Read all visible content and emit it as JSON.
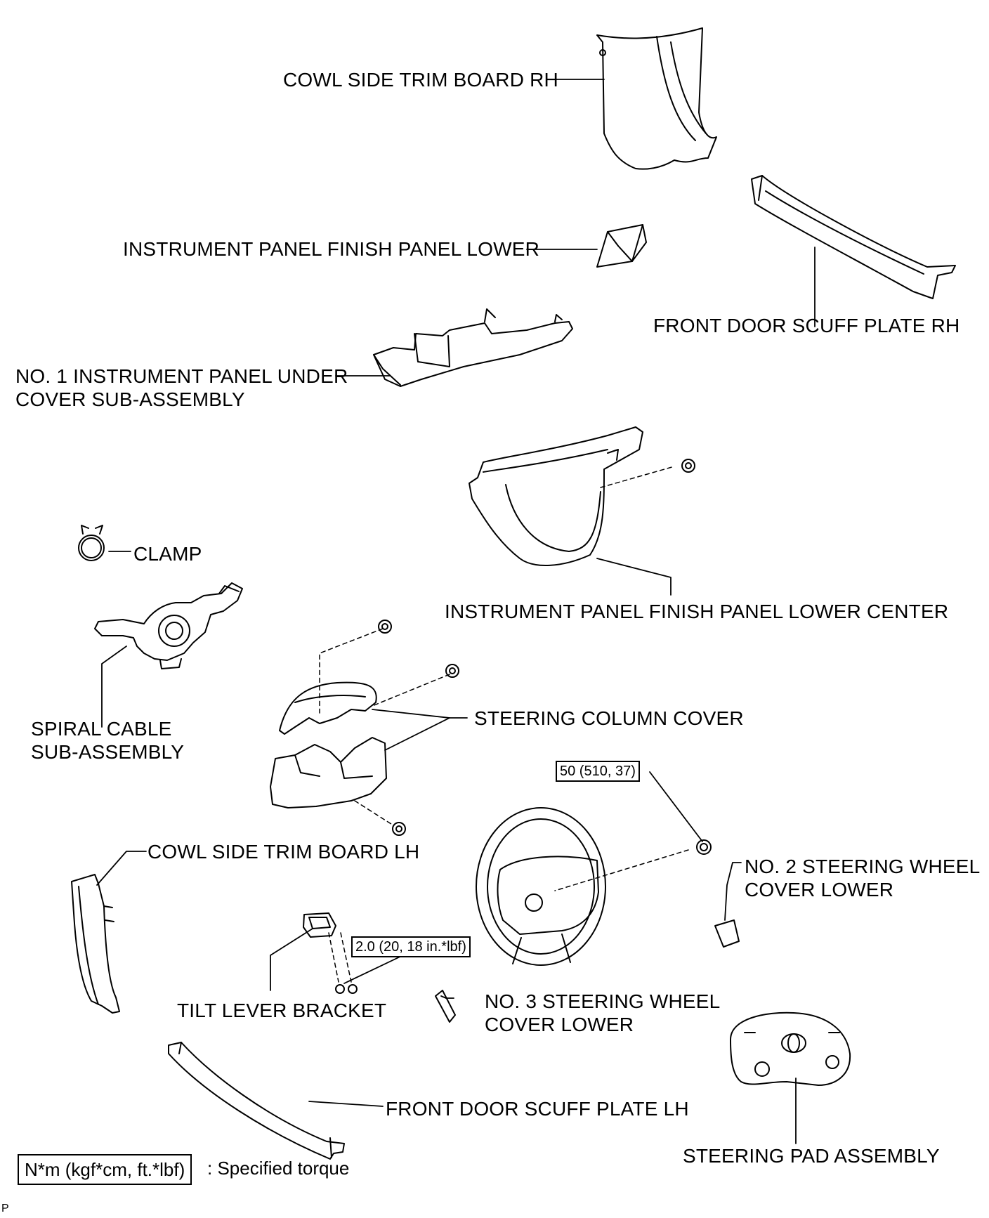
{
  "labels": {
    "cowl_side_trim_rh": "COWL SIDE TRIM BOARD RH",
    "ip_finish_panel_lower": "INSTRUMENT PANEL FINISH PANEL LOWER",
    "front_door_scuff_rh": "FRONT DOOR SCUFF PLATE RH",
    "no1_under_cover_l1": "NO. 1 INSTRUMENT PANEL UNDER",
    "no1_under_cover_l2": "COVER SUB-ASSEMBLY",
    "clamp": "CLAMP",
    "ip_finish_lower_center": "INSTRUMENT PANEL FINISH PANEL LOWER CENTER",
    "spiral_cable_l1": "SPIRAL CABLE",
    "spiral_cable_l2": "SUB-ASSEMBLY",
    "steering_column_cover": "STEERING COLUMN COVER",
    "cowl_side_trim_lh": "COWL SIDE TRIM BOARD LH",
    "no2_wheel_cover_l1": "NO. 2 STEERING WHEEL",
    "no2_wheel_cover_l2": "COVER LOWER",
    "tilt_lever_bracket": "TILT LEVER BRACKET",
    "no3_wheel_cover_l1": "NO. 3 STEERING WHEEL",
    "no3_wheel_cover_l2": "COVER LOWER",
    "front_door_scuff_lh": "FRONT DOOR SCUFF PLATE LH",
    "steering_pad": "STEERING PAD ASSEMBLY"
  },
  "torques": {
    "steering_wheel_nut": "50 (510, 37)",
    "tilt_lever_bolt": "2.0 (20, 18 in.*lbf)"
  },
  "legend": {
    "unit": "N*m (kgf*cm, ft.*lbf)",
    "meaning": ": Specified torque"
  },
  "corner_mark": "P"
}
